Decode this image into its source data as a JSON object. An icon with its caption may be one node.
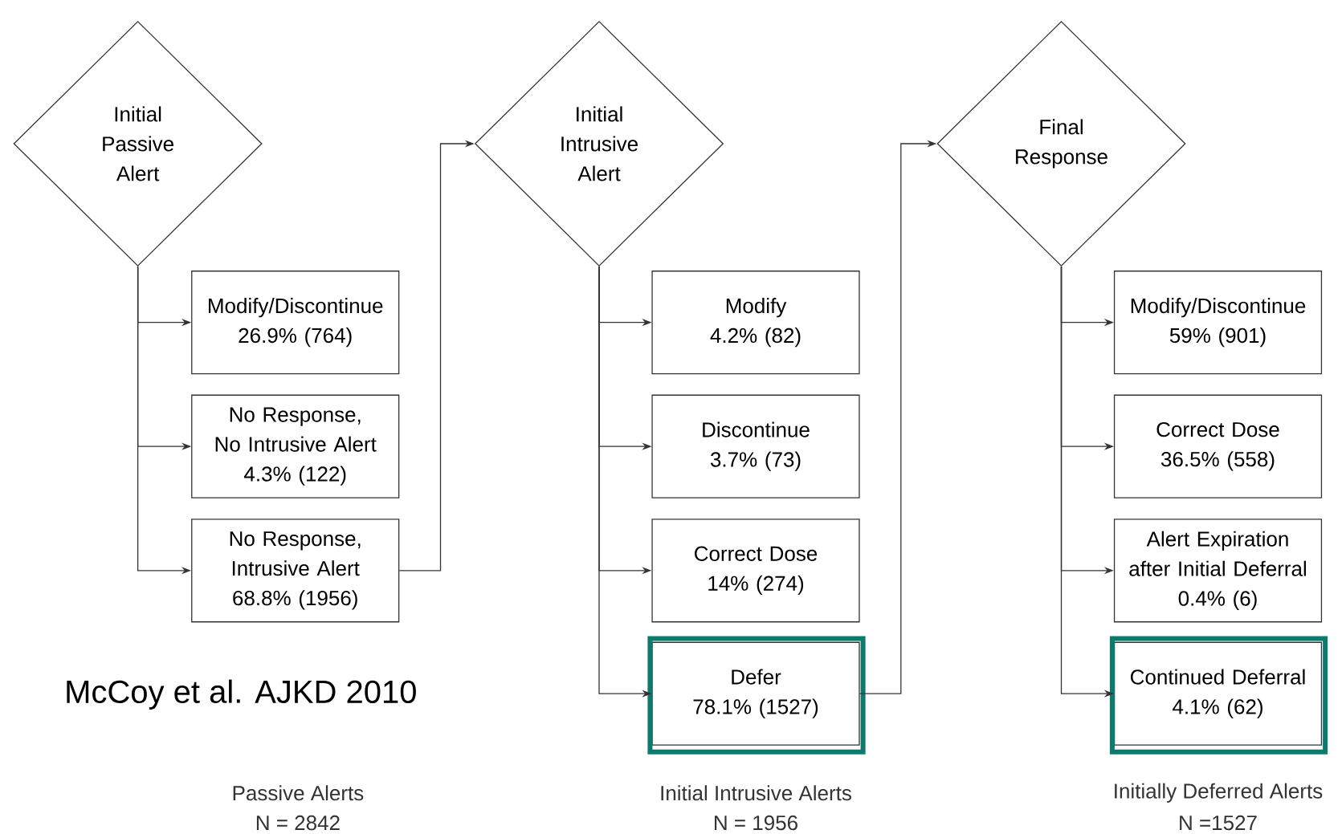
{
  "diagram": {
    "nodes": [
      {
        "text": [
          "Initial Passive Alert"
        ]
      },
      {
        "text": [
          "Modify/Discontinue",
          "26.9% (764)"
        ]
      },
      {
        "text": [
          "No Response, No Intrusive Alert",
          "4.3% (122)"
        ]
      },
      {
        "text": [
          "No Response, Intrusive Alert",
          "68.8% (1956)"
        ]
      },
      {
        "text": [
          "Initial Intrusive Alert"
        ]
      },
      {
        "text": [
          "Modify",
          "4.2% (82)"
        ]
      },
      {
        "text": [
          "Discontinue",
          "3.7% (73)"
        ]
      },
      {
        "text": [
          "Correct Dose",
          "14% (274)"
        ]
      },
      {
        "text": [
          "Defer",
          "78.1% (1527)"
        ]
      },
      {
        "text": [
          "Final Response"
        ]
      },
      {
        "text": [
          "Modify/Discontinue",
          "59% (901)"
        ]
      },
      {
        "text": [
          "Correct Dose",
          "36.5% (558)"
        ]
      },
      {
        "text": [
          "Alert Expiration after Initial Deferral",
          "0.4% (6)"
        ]
      },
      {
        "text": [
          "Continued Deferral",
          "4.1% (62)"
        ]
      }
    ],
    "edges": [
      {
        "from": 0,
        "to": 1,
        "arrow": "to"
      },
      {
        "from": 0,
        "to": 2,
        "arrow": "to"
      },
      {
        "from": 0,
        "to": 3,
        "arrow": "to"
      },
      {
        "from": 3,
        "to": 4,
        "arrow": "to"
      },
      {
        "from": 4,
        "to": 5,
        "arrow": "to"
      },
      {
        "from": 4,
        "to": 6,
        "arrow": "to"
      },
      {
        "from": 4,
        "to": 7,
        "arrow": "to"
      },
      {
        "from": 4,
        "to": 8,
        "arrow": "to"
      },
      {
        "from": 8,
        "to": 9,
        "arrow": "to"
      },
      {
        "from": 9,
        "to": 10,
        "arrow": "to"
      },
      {
        "from": 9,
        "to": 11,
        "arrow": "to"
      },
      {
        "from": 9,
        "to": 12,
        "arrow": "to"
      },
      {
        "from": 9,
        "to": 13,
        "arrow": "to"
      }
    ],
    "labels": [
      "McCoy et al. AJKD 2010",
      "Passive Alerts",
      "N = 2842",
      "Initial Intrusive Alerts",
      "N = 1956",
      "Initially Deferred Alerts",
      "N =1527"
    ]
  }
}
